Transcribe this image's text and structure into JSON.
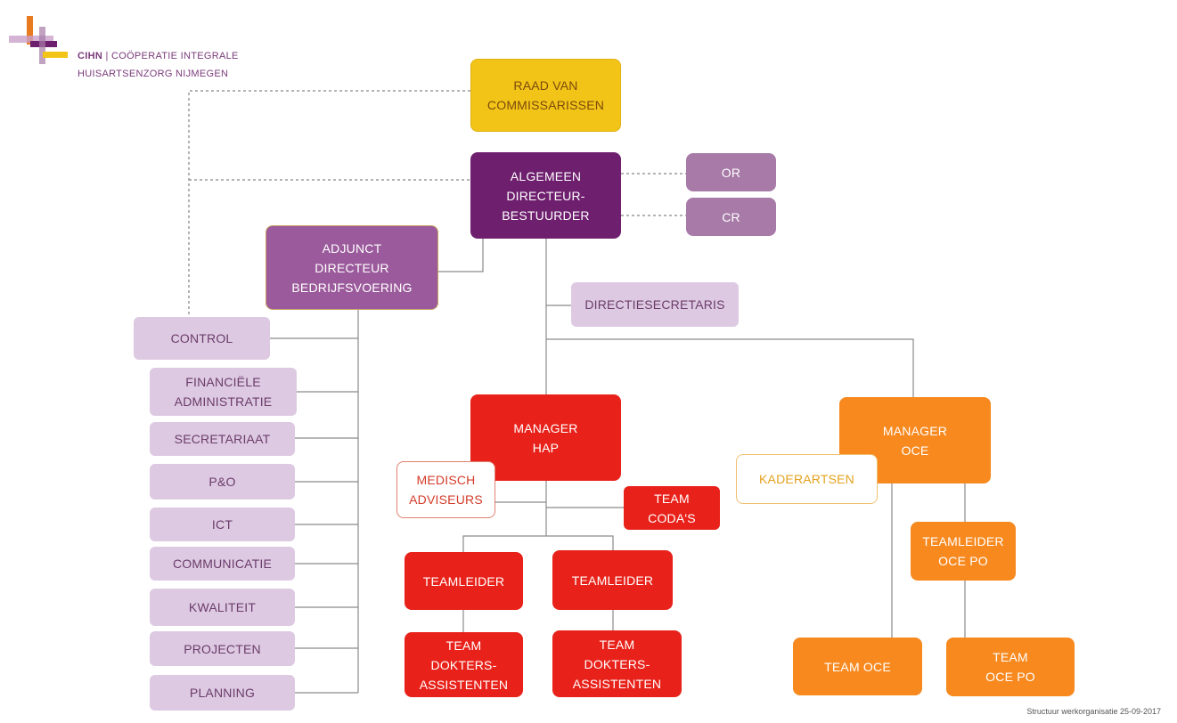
{
  "logo": {
    "brand": "CIHN",
    "separator": " | ",
    "line1": "COÖPERATIE INTEGRALE",
    "line2": "HUISARTSENZORG NIJMEGEN"
  },
  "nodes": {
    "raad": "RAAD VAN\nCOMMISSARISSEN",
    "algemeen": "ALGEMEEN\nDIRECTEUR-\nBESTUURDER",
    "or": "OR",
    "cr": "CR",
    "adjunct": "ADJUNCT\nDIRECTEUR\nBEDRIJFSVOERING",
    "directiesecretaris": "DIRECTIESECRETARIS",
    "control": "CONTROL",
    "financiele": "FINANCIËLE\nADMINISTRATIE",
    "secretariaat": "SECRETARIAAT",
    "po": "P&O",
    "ict": "ICT",
    "communicatie": "COMMUNICATIE",
    "kwaliteit": "KWALITEIT",
    "projecten": "PROJECTEN",
    "planning": "PLANNING",
    "manager_hap": "MANAGER\nHAP",
    "medisch": "MEDISCH\nADVISEURS",
    "team_coda": "TEAM\nCODA's",
    "teamleider_1": "TEAMLEIDER",
    "teamleider_2": "TEAMLEIDER",
    "team_dokters_1": "TEAM\nDOKTERS-\nASSISTENTEN",
    "team_dokters_2": "TEAM\nDOKTERS-\nASSISTENTEN",
    "manager_oce": "MANAGER\nOCE",
    "kaderartsen": "KADERARTSEN",
    "teamleider_oce_po": "TEAMLEIDER\nOCE PO",
    "team_oce": "TEAM OCE",
    "team_oce_po": "TEAM\nOCE PO"
  },
  "footer": "Structuur werkorganisatie 25-09-2017",
  "colors": {
    "yellow": "#f3c418",
    "purple_dark": "#6e1f6e",
    "purple_mid": "#9b5a9b",
    "lilac": "#ddcae2",
    "red": "#e8221a",
    "orange": "#f7891f"
  }
}
